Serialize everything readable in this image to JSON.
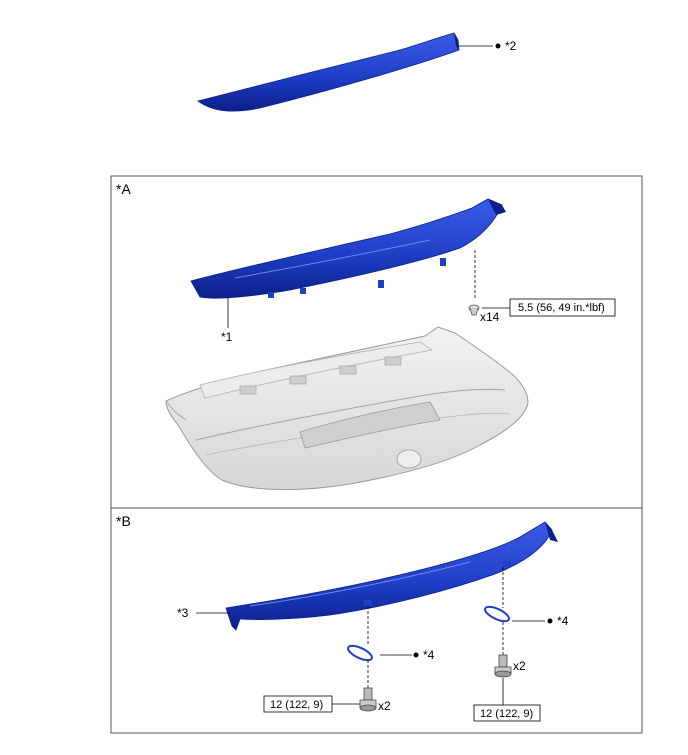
{
  "top_part": {
    "label": "*2"
  },
  "panel_a": {
    "title": "*A",
    "callout_part": "*1",
    "fastener_qty": "x14",
    "torque": "5.5 (56, 49 in.*lbf)"
  },
  "panel_b": {
    "title": "*B",
    "callout_spoiler": "*3",
    "callout_gasket_right": "*4",
    "callout_gasket_left": "*4",
    "qty_left": "x2",
    "qty_right": "x2",
    "torque_left": "12 (122, 9)",
    "torque_right": "12 (122, 9)"
  },
  "colors": {
    "part_blue": "#1f3fc7",
    "part_blue_dark": "#0c1f8a",
    "part_blue_light": "#3b5ce6",
    "trunk_gray": "#e6e6e6",
    "trunk_line": "#9a9a9a",
    "frame": "#555555"
  }
}
